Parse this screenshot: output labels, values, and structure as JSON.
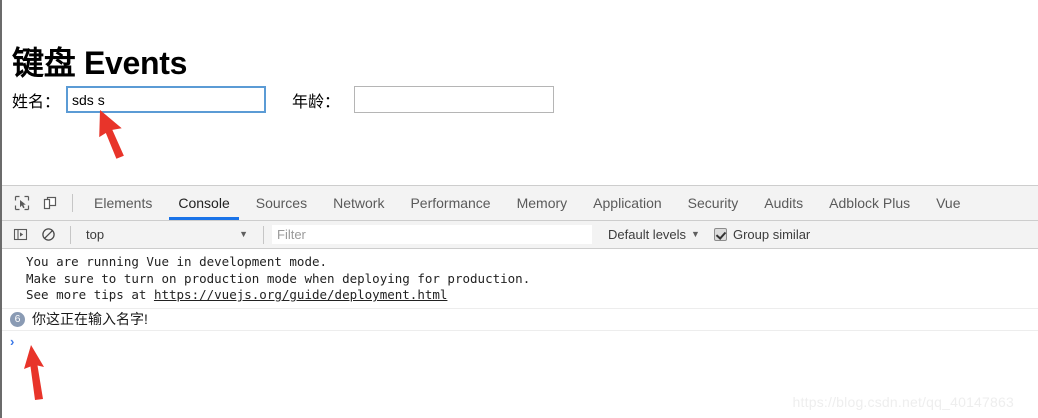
{
  "page": {
    "title": "键盘 Events",
    "form": {
      "name_label": "姓名：",
      "name_value": "sds s",
      "name_placeholder": "",
      "age_label": "年龄：",
      "age_value": "",
      "age_placeholder": ""
    }
  },
  "devtools": {
    "icons": {
      "inspect": "inspect-element-icon",
      "device": "device-toolbar-icon",
      "sidebar": "console-sidebar-icon",
      "clear": "clear-console-icon"
    },
    "tabs": [
      {
        "label": "Elements",
        "active": false
      },
      {
        "label": "Console",
        "active": true
      },
      {
        "label": "Sources",
        "active": false
      },
      {
        "label": "Network",
        "active": false
      },
      {
        "label": "Performance",
        "active": false
      },
      {
        "label": "Memory",
        "active": false
      },
      {
        "label": "Application",
        "active": false
      },
      {
        "label": "Security",
        "active": false
      },
      {
        "label": "Audits",
        "active": false
      },
      {
        "label": "Adblock Plus",
        "active": false
      },
      {
        "label": "Vue",
        "active": false
      }
    ],
    "active_tab_underline_color": "#1a73e8",
    "filterbar": {
      "context": "top",
      "context_caret": "▼",
      "filter_value": "",
      "filter_placeholder": "Filter",
      "levels_label": "Default levels",
      "levels_caret": "▼",
      "group_similar_label": "Group similar",
      "group_similar_checked": true
    },
    "console": {
      "warning_lines": [
        "You are running Vue in development mode.",
        "Make sure to turn on production mode when deploying for production.",
        "See more tips at "
      ],
      "warning_link": "https://vuejs.org/guide/deployment.html",
      "log_count": "6",
      "log_message": "你这正在输入名字!",
      "prompt_chevron": "›"
    }
  },
  "watermark": "https://blog.csdn.net/qq_40147863",
  "colors": {
    "accent_blue": "#1a73e8",
    "input_focus_border": "#5b9bd5",
    "arrow_red": "#e8342a",
    "badge_grey_blue": "#8a9bb4",
    "prompt_blue": "#3b78e7"
  }
}
